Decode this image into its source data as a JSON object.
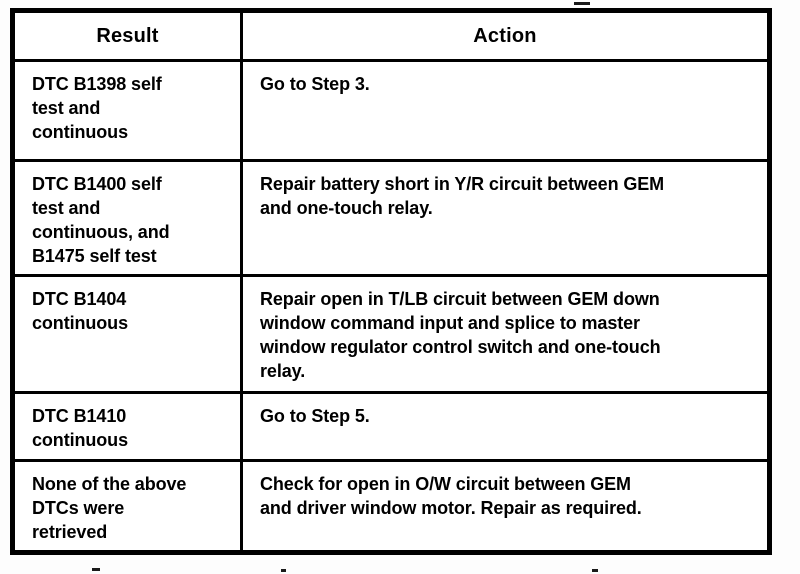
{
  "colors": {
    "border": "#000000",
    "background": "#ffffff",
    "text": "#000000"
  },
  "table": {
    "headers": [
      "Result",
      "Action"
    ],
    "rows": [
      {
        "result": "DTC B1398 self\ntest and\ncontinuous",
        "action": "Go to Step 3."
      },
      {
        "result": "DTC B1400 self\ntest and\ncontinuous, and\nB1475 self test",
        "action": "Repair battery short in Y/R circuit between GEM\nand one-touch relay."
      },
      {
        "result": "DTC B1404\ncontinuous",
        "action": "Repair open in T/LB circuit between GEM down\nwindow command input and splice to master\nwindow regulator control switch and one-touch\nrelay."
      },
      {
        "result": "DTC B1410\ncontinuous",
        "action": "Go to Step 5."
      },
      {
        "result": "None of the above\nDTCs were\nretrieved",
        "action": "Check for open in O/W circuit between GEM\nand driver window motor. Repair as required."
      }
    ]
  }
}
